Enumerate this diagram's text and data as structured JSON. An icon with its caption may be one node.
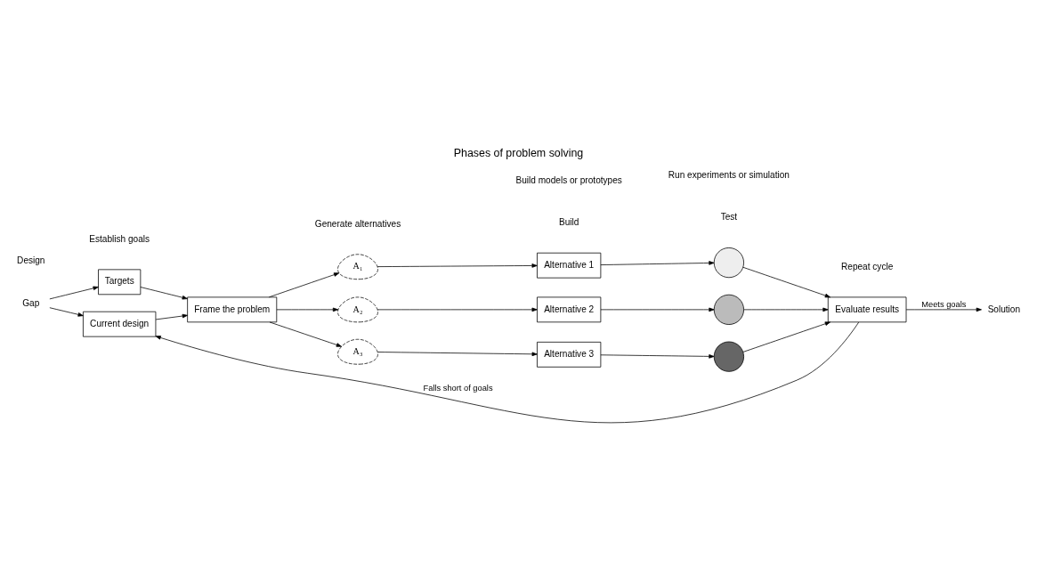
{
  "diagram": {
    "title": "Phases of problem solving",
    "nodes": [
      {
        "text": [
          "Gap"
        ]
      },
      {
        "text": [
          "Targets"
        ]
      },
      {
        "text": [
          "Current design"
        ]
      },
      {
        "text": [
          "Frame the problem"
        ]
      },
      {
        "text": [
          "A₁"
        ]
      },
      {
        "text": [
          "A₂"
        ]
      },
      {
        "text": [
          "A₃"
        ]
      },
      {
        "text": [
          "Alternative 1"
        ]
      },
      {
        "text": [
          "Alternative 2"
        ]
      },
      {
        "text": [
          "Alternative 3"
        ]
      },
      {
        "text": [],
        "shape": "circle"
      },
      {
        "text": [],
        "shape": "circle"
      },
      {
        "text": [],
        "shape": "circle"
      },
      {
        "text": [
          "Evaluate results"
        ]
      },
      {
        "text": [
          "Solution"
        ]
      }
    ],
    "edges": [
      {
        "from": 0,
        "to": 1,
        "arrow": "to"
      },
      {
        "from": 0,
        "to": 2,
        "arrow": "to"
      },
      {
        "from": 1,
        "to": 3,
        "arrow": "to"
      },
      {
        "from": 2,
        "to": 3,
        "arrow": "to"
      },
      {
        "from": 3,
        "to": 4,
        "arrow": "to"
      },
      {
        "from": 3,
        "to": 5,
        "arrow": "to"
      },
      {
        "from": 3,
        "to": 6,
        "arrow": "to"
      },
      {
        "from": 4,
        "to": 7,
        "arrow": "to"
      },
      {
        "from": 5,
        "to": 8,
        "arrow": "to"
      },
      {
        "from": 6,
        "to": 9,
        "arrow": "to"
      },
      {
        "from": 7,
        "to": 10,
        "arrow": "to"
      },
      {
        "from": 8,
        "to": 11,
        "arrow": "to"
      },
      {
        "from": 9,
        "to": 12,
        "arrow": "to"
      },
      {
        "from": 10,
        "to": 13,
        "arrow": "to"
      },
      {
        "from": 11,
        "to": 13,
        "arrow": "to"
      },
      {
        "from": 12,
        "to": 13,
        "arrow": "to"
      },
      {
        "from": 13,
        "to": 14,
        "label": "Meets goals",
        "arrow": "to"
      },
      {
        "from": 13,
        "to": 2,
        "label": "Falls short of goals",
        "arrow": "to"
      }
    ],
    "labels": [
      "Design",
      "Build",
      "Test",
      "Establish goals",
      "Generate alternatives",
      "Build models or prototypes",
      "Run experiments or simulation",
      "Repeat cycle"
    ]
  }
}
